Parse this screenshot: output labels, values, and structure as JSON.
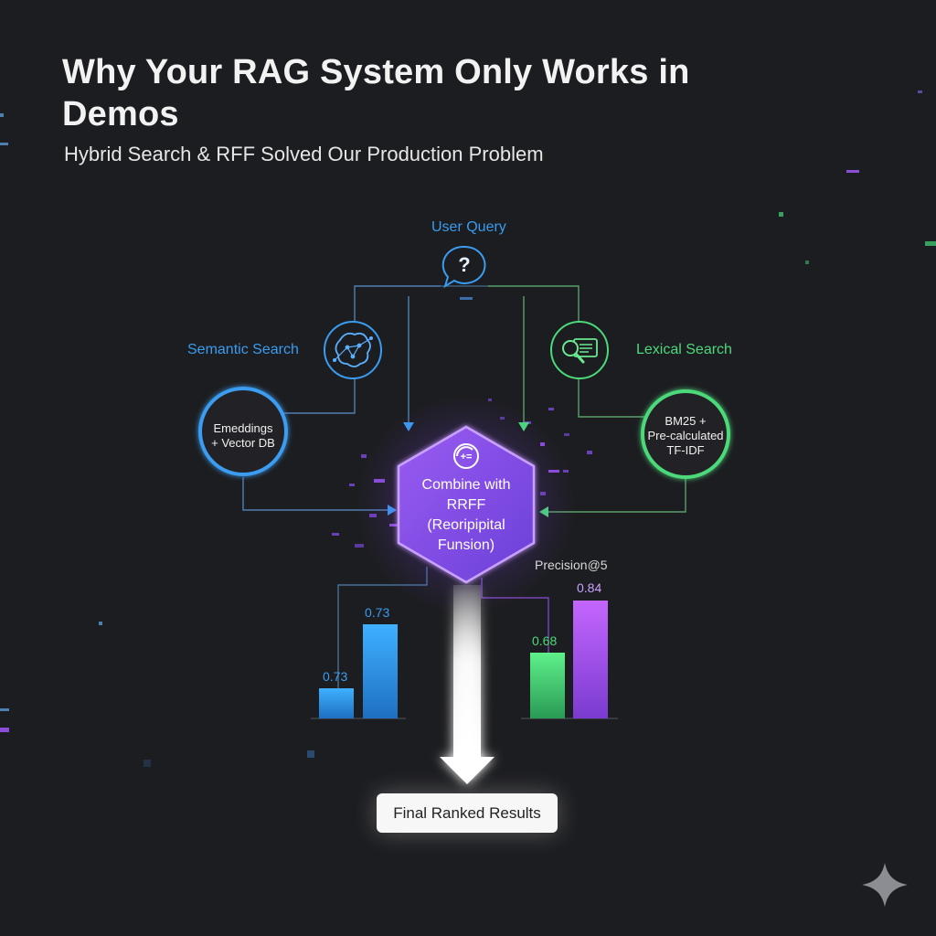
{
  "header": {
    "title": "Why Your RAG System Only Works in Demos",
    "subtitle": "Hybrid Search & RFF Solved Our Production Problem"
  },
  "diagram": {
    "query_label": "User Query",
    "query_icon_glyph": "?",
    "semantic": {
      "label": "Semantic Search",
      "icon": "brain-network-icon",
      "node_line1": "Emeddings",
      "node_line2": "+ Vector DB"
    },
    "lexical": {
      "label": "Lexical Search",
      "icon": "document-magnifier-icon",
      "node_line1": "BM25 +",
      "node_line2": "Pre-calculated",
      "node_line3": "TF-IDF"
    },
    "combine": {
      "icon": "fusion-calculator-icon",
      "line1": "Combine with",
      "line2": "RRFF",
      "line3": "(Reoripipital",
      "line4": "Funsion)"
    },
    "metric_label": "Precision@5",
    "final_label": "Final Ranked Results",
    "colors": {
      "background": "#1c1d20",
      "semantic_blue": "#3a9cf0",
      "lexical_green": "#4cd97a",
      "fusion_purple": "#9b5cf0",
      "line_blue": "#4f7fb0",
      "line_green": "#58a06a"
    }
  },
  "chart_data": [
    {
      "type": "bar",
      "group": "semantic",
      "values": [
        0.73,
        0.73
      ],
      "value_labels": [
        "0.73",
        "0.73"
      ],
      "color": "#3a9cf0"
    },
    {
      "type": "bar",
      "group": "hybrid",
      "values": [
        0.68,
        0.84
      ],
      "value_labels": [
        "0.68",
        "0.84"
      ],
      "colors": [
        "#4cd97a",
        "#b45af0"
      ]
    }
  ]
}
